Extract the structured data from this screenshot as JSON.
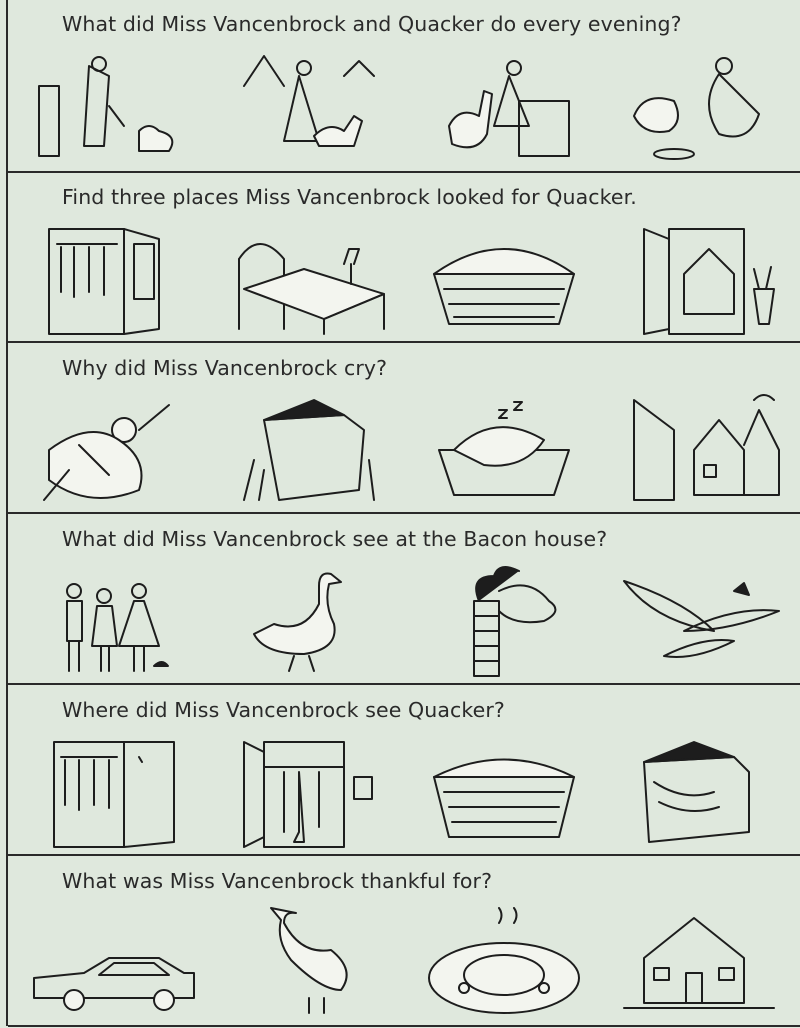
{
  "questions": [
    {
      "text": "What did Miss Vancenbrock and Quacker do every evening?"
    },
    {
      "text": "Find three places Miss Vancenbrock looked for Quacker."
    },
    {
      "text": "Why did Miss Vancenbrock cry?"
    },
    {
      "text": "What did Miss Vancenbrock see at the Bacon house?"
    },
    {
      "text": "Where did Miss Vancenbrock see Quacker?"
    },
    {
      "text": "What was Miss Vancenbrock thankful for?"
    }
  ]
}
